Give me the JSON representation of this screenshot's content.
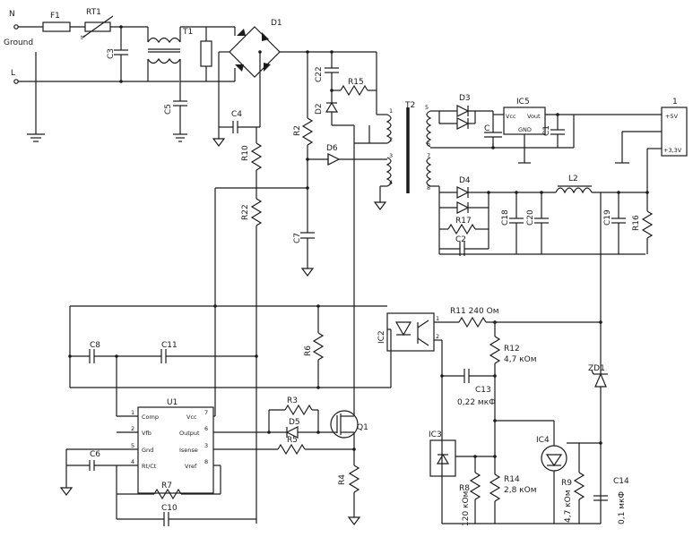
{
  "terminals": {
    "n": "N",
    "ground": "Ground",
    "l": "L"
  },
  "labels": {
    "F1": "F1",
    "RT1": "RT1",
    "t_mark": "t°",
    "T1": "T1",
    "D1": "D1",
    "C3": "C3",
    "C5": "C5",
    "C4": "C4",
    "C22": "C22",
    "R15": "R15",
    "R2": "R2",
    "D2": "D2",
    "D6": "D6",
    "R10": "R10",
    "R22": "R22",
    "C7": "C7",
    "T2": "T2",
    "D3": "D3",
    "IC5": "IC5",
    "C": "C",
    "C1": "C1",
    "D4": "D4",
    "R17": "R17",
    "C2": "C2",
    "C18": "C18",
    "C20": "C20",
    "L2": "L2",
    "C19": "C19",
    "R16": "R16",
    "R11": "R11  240 Ом",
    "R6": "R6",
    "IC2": "IC2",
    "R12a": "R12",
    "R12b": "4,7 кОм",
    "C8": "C8",
    "C11": "C11",
    "C13": "C13",
    "C13v": "0,22 мкФ",
    "ZD1": "ZD1",
    "U1": "U1",
    "R3": "R3",
    "D5": "D5",
    "R5": "R5",
    "Q1": "Q1",
    "R4": "R4",
    "C6": "C6",
    "R7": "R7",
    "C10": "C10",
    "IC3": "IC3",
    "R8": "R8",
    "R8v": "120 кОм",
    "R14a": "R14",
    "R14b": "2,8 кОм",
    "IC4": "IC4",
    "R9": "R9",
    "R9v": "4,7 кОм",
    "C14": "C14",
    "C14v": "0,1 мкФ"
  },
  "ic5_pins": {
    "vcc": "Vcc",
    "vout": "Vout",
    "gnd": "GND"
  },
  "connector": {
    "ref": "1",
    "plus5": "+5V",
    "plus33": "+3,3V"
  },
  "u1_pins": {
    "left": [
      "Comp",
      "Vfb",
      "Gnd",
      "Rt/Ct"
    ],
    "left_nums": [
      "1",
      "2",
      "5",
      "4"
    ],
    "right": [
      "Vcc",
      "Output",
      "Isense",
      "Vref"
    ],
    "right_nums": [
      "7",
      "6",
      "3",
      "8"
    ]
  },
  "t2_pins": [
    "1",
    "2",
    "3",
    "4",
    "5",
    "6",
    "7",
    "8"
  ],
  "ic2_pins": [
    "1",
    "2"
  ]
}
